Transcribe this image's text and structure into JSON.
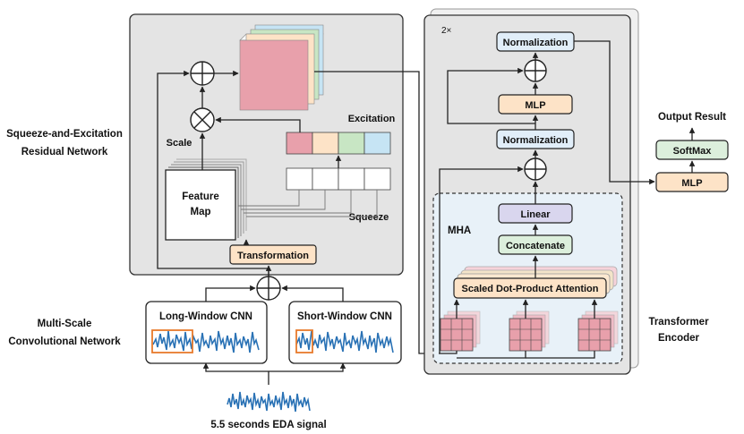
{
  "left_labels": {
    "se_line1": "Squeeze-and-Excitation",
    "se_line2": "Residual Network",
    "ms_line1": "Multi-Scale",
    "ms_line2": "Convolutional Network"
  },
  "se_block": {
    "excitation": "Excitation",
    "scale": "Scale",
    "feature_map_line1": "Feature",
    "feature_map_line2": "Map",
    "squeeze": "Squeeze",
    "transformation": "Transformation"
  },
  "cnn": {
    "long_window": "Long-Window CNN",
    "short_window": "Short-Window CNN",
    "input_signal": "5.5 seconds EDA signal"
  },
  "transformer": {
    "repeat": "2×",
    "normalization_top": "Normalization",
    "mlp": "MLP",
    "normalization_mid": "Normalization",
    "mha": "MHA",
    "linear": "Linear",
    "concatenate": "Concatenate",
    "attention": "Scaled Dot-Product Attention",
    "label_line1": "Transformer",
    "label_line2": "Encoder"
  },
  "output": {
    "title": "Output Result",
    "softmax": "SoftMax",
    "mlp": "MLP"
  },
  "colors": {
    "panel": "#e4e4e4",
    "orange_box": "#fde3c7",
    "blue_box": "#e1eef9",
    "green_box": "#dcefdc",
    "purple_box": "#d9d6ee",
    "mha_bg": "#e8f1f8",
    "signal": "#2a72b5",
    "window": "#e87a2b",
    "pink": "#e8a0ab",
    "yellow": "#fde3c7",
    "green": "#c8e6c4",
    "blue": "#c6e4f4"
  }
}
